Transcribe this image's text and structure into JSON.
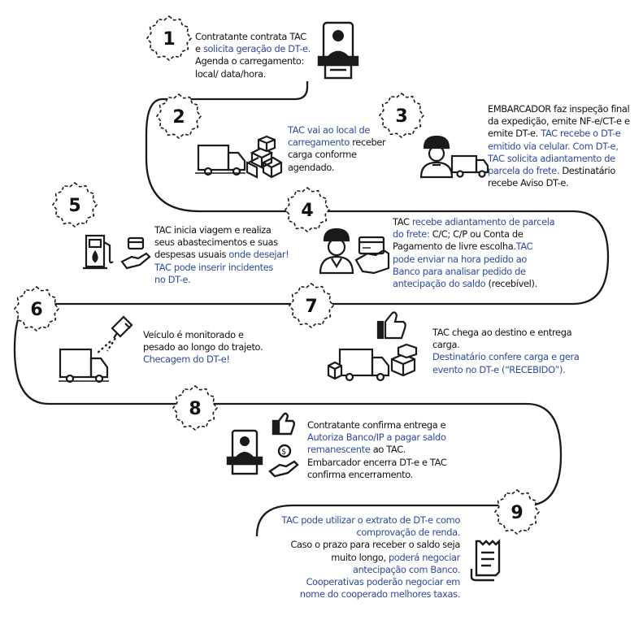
{
  "colors": {
    "accent_blue": "#2d4a9c",
    "text": "#111111",
    "line": "#1a1a1a"
  },
  "steps": [
    {
      "number": "1",
      "icon": "person-at-desk-icon",
      "lines": [
        [
          {
            "t": "Contratante contrata TAC",
            "b": false
          }
        ],
        [
          {
            "t": "e ",
            "b": false
          },
          {
            "t": "solicita geração de DT-e.",
            "b": true
          }
        ],
        [
          {
            "t": "Agenda o carregamento:",
            "b": false
          }
        ],
        [
          {
            "t": "local/ data/hora.",
            "b": false
          }
        ]
      ]
    },
    {
      "number": "2",
      "icon": "truck-with-boxes-icon",
      "lines": [
        [
          {
            "t": "TAC vai ao local de",
            "b": true
          }
        ],
        [
          {
            "t": "carregamento",
            "b": true
          },
          {
            "t": " receber",
            "b": false
          }
        ],
        [
          {
            "t": "carga conforme",
            "b": false
          }
        ],
        [
          {
            "t": "agendado.",
            "b": false
          }
        ]
      ]
    },
    {
      "number": "3",
      "icon": "worker-with-truck-icon",
      "lines": [
        [
          {
            "t": "EMBARCADOR faz inspeção final",
            "b": false
          }
        ],
        [
          {
            "t": "da expedição, emite NF-e/CT-e e",
            "b": false
          }
        ],
        [
          {
            "t": "emite DT-e. ",
            "b": false
          },
          {
            "t": "TAC recebe o DT-e",
            "b": true
          }
        ],
        [
          {
            "t": "emitido via celular. Com DT-e,",
            "b": true
          }
        ],
        [
          {
            "t": "TAC solicita adiantamento de",
            "b": true
          }
        ],
        [
          {
            "t": "parcela do frete.",
            "b": true
          },
          {
            "t": " Destinatário",
            "b": false
          }
        ],
        [
          {
            "t": "recebe Aviso DT-e.",
            "b": false
          }
        ]
      ]
    },
    {
      "number": "4",
      "icon": "worker-with-card-icon",
      "lines": [
        [
          {
            "t": "TAC ",
            "b": false
          },
          {
            "t": "recebe adiantamento de parcela",
            "b": true
          }
        ],
        [
          {
            "t": "do frete:",
            "b": true
          },
          {
            "t": " C/C; C/P ou Conta de",
            "b": false
          }
        ],
        [
          {
            "t": "Pagamento de livre escolha.",
            "b": false
          },
          {
            "t": "TAC",
            "b": true
          }
        ],
        [
          {
            "t": "pode enviar na hora pedido ao",
            "b": true
          }
        ],
        [
          {
            "t": "Banco para analisar pedido de",
            "b": true
          }
        ],
        [
          {
            "t": "antecipação do saldo",
            "b": true
          },
          {
            "t": " (recebível).",
            "b": false
          }
        ]
      ]
    },
    {
      "number": "5",
      "icon": "fuel-pump-payment-icon",
      "lines": [
        [
          {
            "t": "TAC inicia viagem e realiza",
            "b": false
          }
        ],
        [
          {
            "t": "seus abastecimentos e suas",
            "b": false
          }
        ],
        [
          {
            "t": "despesas usuais ",
            "b": false
          },
          {
            "t": "onde desejar!",
            "b": true
          }
        ],
        [
          {
            "t": "TAC pode inserir incidentes",
            "b": true
          }
        ],
        [
          {
            "t": "no DT-e.",
            "b": true
          }
        ]
      ]
    },
    {
      "number": "6",
      "icon": "truck-monitored-by-camera-icon",
      "lines": [
        [
          {
            "t": "Veículo é monitorado e",
            "b": false
          }
        ],
        [
          {
            "t": "pesado ao longo do trajeto.",
            "b": false
          }
        ],
        [
          {
            "t": "Checagem do DT-e!",
            "b": true
          }
        ]
      ]
    },
    {
      "number": "7",
      "icon": "truck-boxes-thumbs-up-icon",
      "lines": [
        [
          {
            "t": "TAC chega ao destino e entrega",
            "b": false
          }
        ],
        [
          {
            "t": "carga.",
            "b": false
          }
        ],
        [
          {
            "t": "Destinatário confere carga e gera",
            "b": true
          }
        ],
        [
          {
            "t": "evento no DT-e (“RECEBIDO”).",
            "b": true
          }
        ]
      ]
    },
    {
      "number": "8",
      "icon": "contractor-payment-approval-icon",
      "lines": [
        [
          {
            "t": "Contratante confirma entrega e",
            "b": false
          }
        ],
        [
          {
            "t": "Autoriza Banco/IP a pagar saldo",
            "b": true
          }
        ],
        [
          {
            "t": "remanescente",
            "b": true
          },
          {
            "t": " ao TAC.",
            "b": false
          }
        ],
        [
          {
            "t": "Embarcador encerra DT-e e TAC",
            "b": false
          }
        ],
        [
          {
            "t": "confirma encerramento.",
            "b": false
          }
        ]
      ]
    },
    {
      "number": "9",
      "icon": "receipt-document-icon",
      "lines": [
        [
          {
            "t": "TAC pode utilizar o extrato de DT-e como",
            "b": true
          }
        ],
        [
          {
            "t": "comprovação de renda.",
            "b": true
          }
        ],
        [
          {
            "t": "Caso o prazo para receber o saldo seja",
            "b": false
          }
        ],
        [
          {
            "t": "muito longo, ",
            "b": false
          },
          {
            "t": "poderá negociar",
            "b": true
          }
        ],
        [
          {
            "t": "antecipação com Banco.",
            "b": true
          }
        ],
        [
          {
            "t": "Cooperativas poderão negociar em",
            "b": true
          }
        ],
        [
          {
            "t": "nome do cooperado melhores taxas.",
            "b": true
          }
        ]
      ]
    }
  ]
}
